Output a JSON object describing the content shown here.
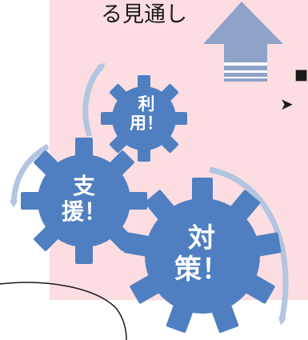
{
  "heading": "る見通し",
  "bullet_square": "■",
  "bullet_arrow": "➤",
  "gears": {
    "small": {
      "line1": "利",
      "line2": "用！"
    },
    "medium": {
      "line1": "支",
      "line2": "援！"
    },
    "large": {
      "line1": "対",
      "line2": "策！"
    }
  },
  "colors": {
    "panel": "#fbdde2",
    "gear": "#4f7fc0",
    "cycle_arrow": "#b3c5e0",
    "up_arrow": "#8fa2c8"
  }
}
